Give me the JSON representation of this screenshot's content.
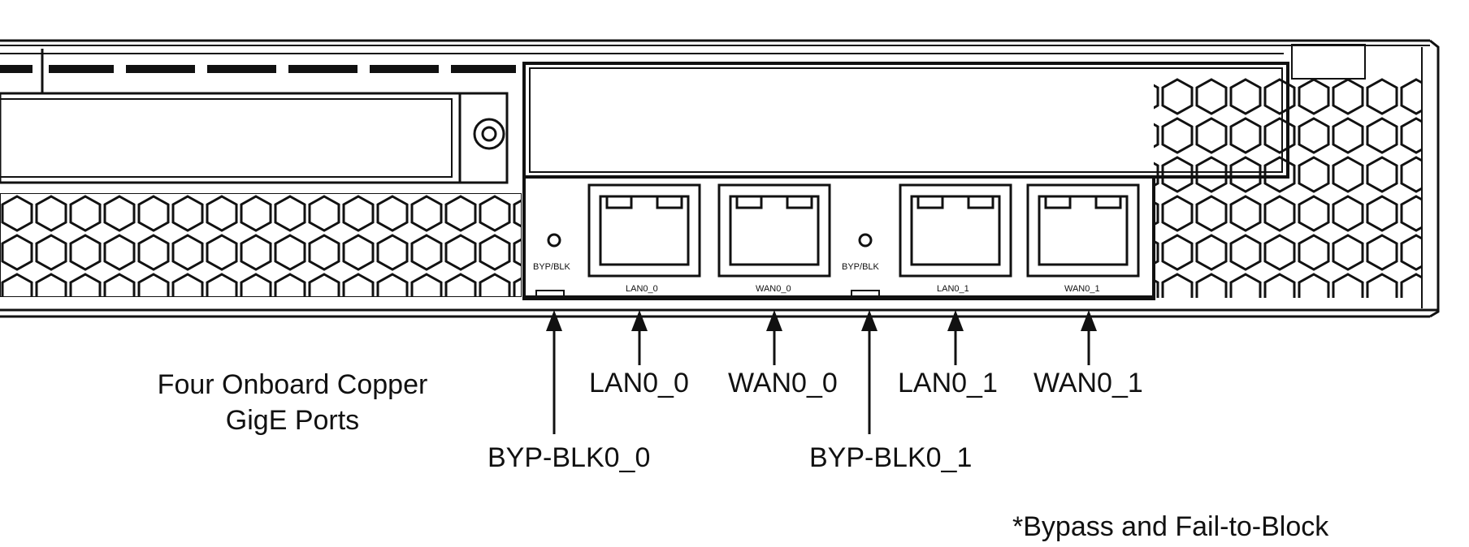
{
  "description_block": {
    "line1": "Four Onboard Copper",
    "line2": "GigE Ports"
  },
  "callouts": {
    "byp_blk_0": "BYP-BLK0_0",
    "lan0_0": "LAN0_0",
    "wan0_0": "WAN0_0",
    "byp_blk_1": "BYP-BLK0_1",
    "lan0_1": "LAN0_1",
    "wan0_1": "WAN0_1"
  },
  "panel_labels": {
    "byp_blk_left": "BYP/BLK",
    "byp_blk_right": "BYP/BLK",
    "lan0_0": "LAN0_0",
    "wan0_0": "WAN0_0",
    "lan0_1": "LAN0_1",
    "wan0_1": "WAN0_1"
  },
  "footnote": "*Bypass and Fail-to-Block",
  "colors": {
    "line": "#111111",
    "background": "#ffffff"
  }
}
